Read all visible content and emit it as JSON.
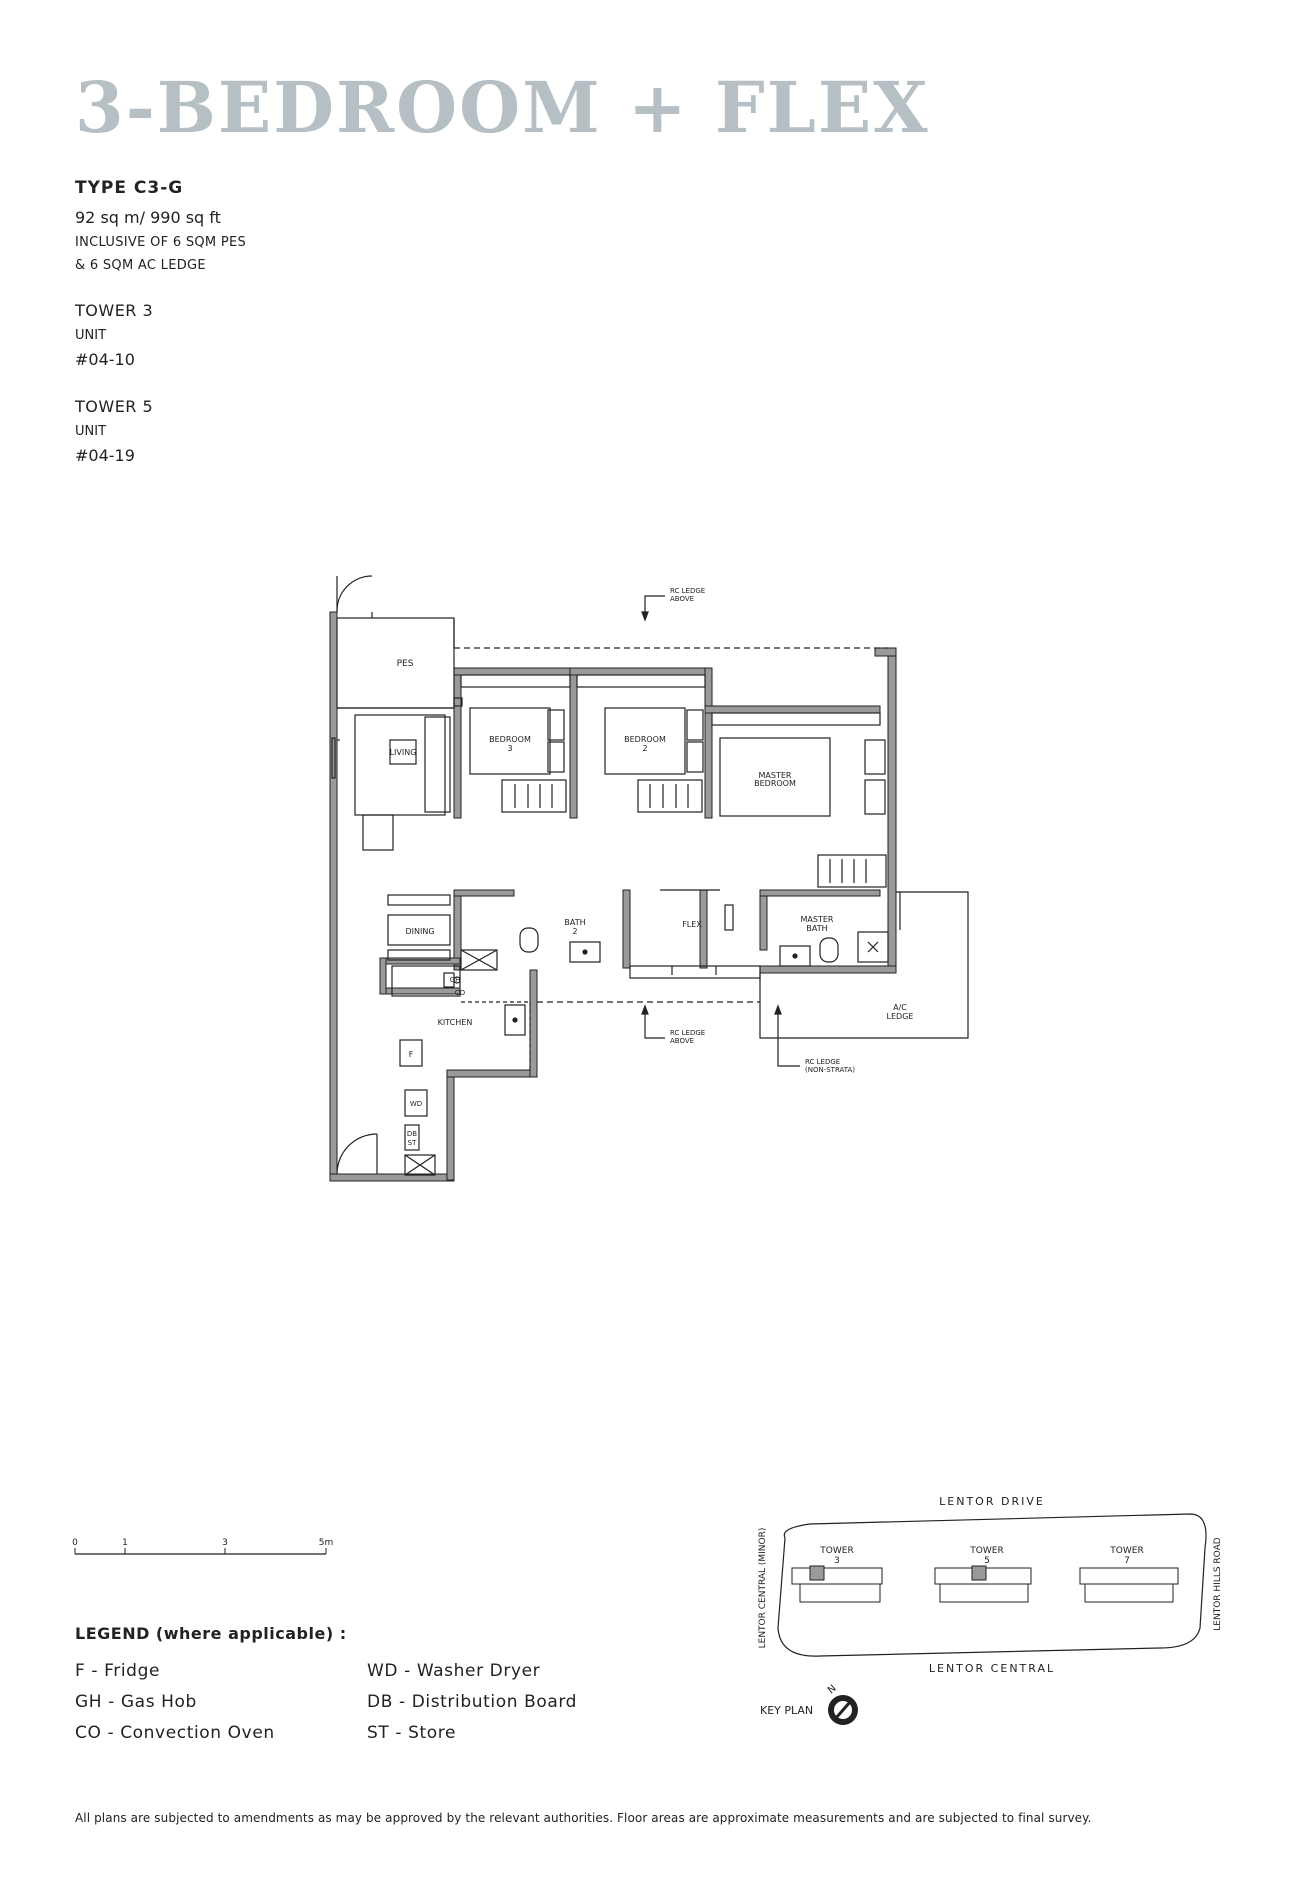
{
  "title": "3-BEDROOM + FLEX",
  "type_label": "TYPE C3-G",
  "area": "92 sq m/ 990 sq ft",
  "area_note_1": "INCLUSIVE OF 6 SQM PES",
  "area_note_2": "& 6 SQM AC LEDGE",
  "towers": [
    {
      "name": "TOWER 3",
      "unit_label": "UNIT",
      "unit": "#04-10"
    },
    {
      "name": "TOWER 5",
      "unit_label": "UNIT",
      "unit": "#04-19"
    }
  ],
  "plan": {
    "pes": "PES",
    "living": "LIVING",
    "dining": "DINING",
    "kitchen": "KITCHEN",
    "bedroom3": "BEDROOM",
    "bedroom3_n": "3",
    "bedroom2": "BEDROOM",
    "bedroom2_n": "2",
    "master_bed_1": "MASTER",
    "master_bed_2": "BEDROOM",
    "bath2": "BATH",
    "bath2_n": "2",
    "flex": "FLEX",
    "master_bath_1": "MASTER",
    "master_bath_2": "BATH",
    "ac_ledge_1": "A/C",
    "ac_ledge_2": "LEDGE",
    "rc_top_1": "RC LEDGE",
    "rc_top_2": "ABOVE",
    "rc_bot_1": "RC LEDGE",
    "rc_bot_2": "ABOVE",
    "rc_ns_1": "RC LEDGE",
    "rc_ns_2": "(NON-STRATA)",
    "f": "F",
    "wd": "WD",
    "db": "DB",
    "st": "ST",
    "gh": "GH",
    "co": "CO"
  },
  "scale": {
    "ticks": [
      "0",
      "1",
      "3",
      "5m"
    ]
  },
  "legend": {
    "heading": "LEGEND (where applicable) :",
    "items": [
      "F - Fridge",
      "WD - Washer Dryer",
      "GH - Gas Hob",
      "DB - Distribution Board",
      "CO - Convection Oven",
      "ST - Store"
    ]
  },
  "keyplan": {
    "road_top": "LENTOR DRIVE",
    "road_bottom": "LENTOR CENTRAL",
    "road_left": "LENTOR CENTRAL (MINOR)",
    "road_right": "LENTOR HILLS ROAD",
    "tower3": "TOWER",
    "tower3_n": "3",
    "tower5": "TOWER",
    "tower5_n": "5",
    "tower7": "TOWER",
    "tower7_n": "7",
    "label": "KEY PLAN",
    "north": "N"
  },
  "footer": "All plans are subjected to amendments as may be approved by the relevant authorities. Floor areas are approximate measurements and are subjected to final survey.",
  "colors": {
    "title": "#b5bfc4",
    "wall": "#8e8e8e",
    "line": "#222222"
  }
}
